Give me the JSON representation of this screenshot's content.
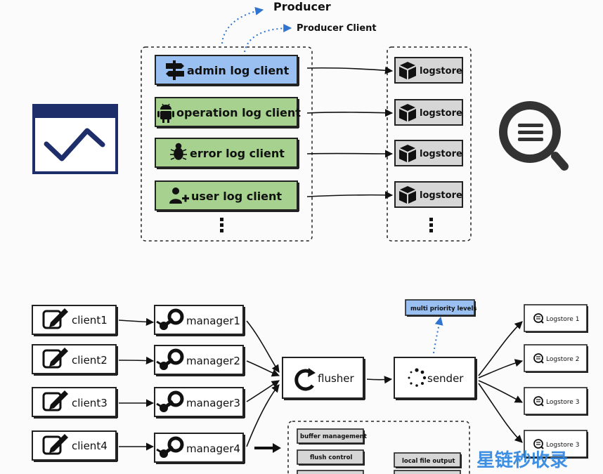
{
  "producer": {
    "title": "Producer",
    "subtitle": "Producer Client",
    "clients": [
      {
        "label": "admin log client",
        "icon": "signpost-icon",
        "color": "#9ac0f2"
      },
      {
        "label": "operation log client",
        "icon": "android-icon",
        "color": "#a6d18e"
      },
      {
        "label": "error log client",
        "icon": "bug-icon",
        "color": "#a6d18e"
      },
      {
        "label": "user log client",
        "icon": "user-add-icon",
        "color": "#a6d18e"
      }
    ],
    "logstores": [
      "logstore",
      "logstore",
      "logstore",
      "logstore"
    ],
    "more": "⋮"
  },
  "pipeline": {
    "clients": [
      "client1",
      "client2",
      "client3",
      "client4"
    ],
    "managers": [
      "manager1",
      "manager2",
      "manager3",
      "manager4"
    ],
    "flusher": "flusher",
    "sender": "sender",
    "priority": "multi priority levels",
    "outputs": [
      "Logstore 1",
      "Logstore 2",
      "Logstore 3",
      "Logstore 3"
    ],
    "modules": [
      "buffer management",
      "flush control",
      "local file output"
    ]
  },
  "watermark": "星链秒收录",
  "colors": {
    "admin": "#9ac0f2",
    "green": "#a6d18e",
    "gray": "#d6d6d6",
    "priority": "#9ac0f2",
    "navy": "#1d2e6b",
    "watermark": "#2e86de"
  }
}
